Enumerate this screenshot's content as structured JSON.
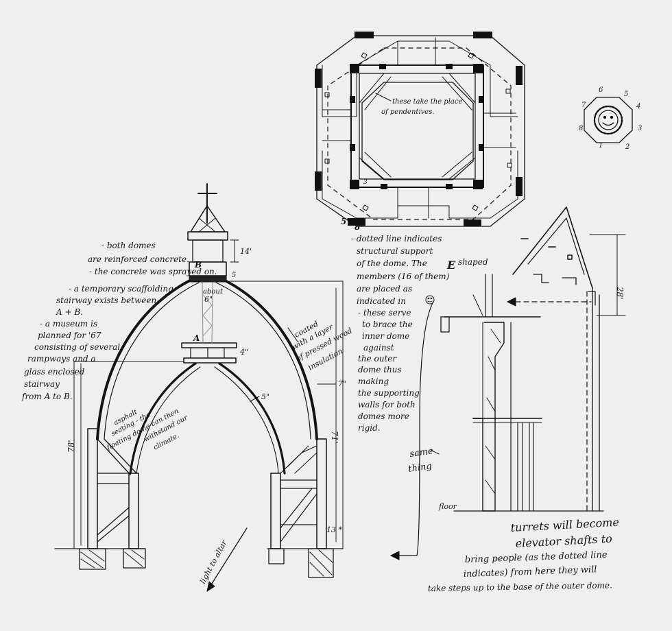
{
  "notes": {
    "domes": [
      "- both domes",
      "are reinforced concrete.",
      "- the concrete was sprayed on."
    ],
    "scaffold": [
      "- a temporary scaffolding",
      "stairway exists between",
      "A + B."
    ],
    "museum": [
      "- a museum is",
      "planned for '67",
      "consisting of several",
      "rampways and a",
      "glass enclosed",
      "stairway",
      "from A to B."
    ],
    "plywood": [
      "coated",
      "with a layer",
      "of pressed wood",
      "insulation"
    ],
    "asphalt": [
      "asphalt",
      "seating - the",
      "floating dome can then",
      "withstand our",
      "climate."
    ],
    "dotted": [
      "- dotted line indicates",
      "structural support",
      "of the dome. The",
      "shaped",
      "members (16 of them)",
      "are placed as",
      "indicated in"
    ],
    "serve": [
      "- these serve",
      "to brace the",
      "inner dome",
      "against",
      "the outer",
      "dome thus",
      "making",
      "the supporting",
      "walls for both",
      "domes more",
      "rigid."
    ],
    "turrets": [
      "turrets will become",
      "elevator shafts to",
      "bring people (as the dotted line",
      "indicates) from here they will",
      "take steps up to the base of the outer dome."
    ],
    "pendentives": [
      "these take the place",
      "of pendentives."
    ],
    "same_thing": [
      "same",
      "thing"
    ],
    "light_altar": "light to altar",
    "floor": "floor"
  },
  "labels": {
    "a": "A",
    "b": "B",
    "five": "5",
    "star": "13 *",
    "e_symbol": "E"
  },
  "dimensions": {
    "d14": "14'",
    "d6": "6\"",
    "about": "about",
    "d7": "7\"",
    "d5": "5\"",
    "d4": "4\"",
    "d78": "78'",
    "d71": "71'",
    "d28": "28'",
    "d3": "3",
    "p5": "5'",
    "p8": "8'"
  },
  "turret_key": [
    "1",
    "2",
    "3",
    "4",
    "5",
    "6",
    "7",
    "8"
  ]
}
